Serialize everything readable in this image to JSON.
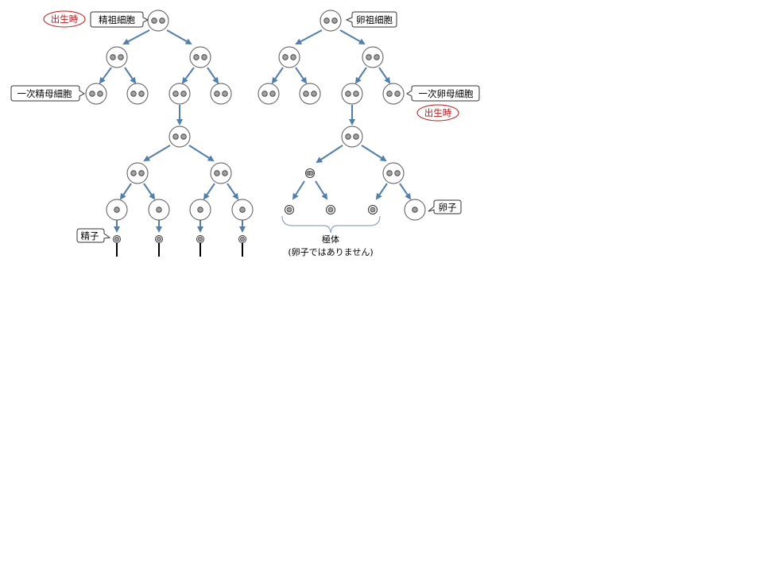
{
  "labels": {
    "sperm_stem_cell": "精祖細胞",
    "egg_stem_cell": "卵祖細胞",
    "primary_spermatocyte": "一次精母細胞",
    "primary_oocyte": "一次卵母細胞",
    "sperm": "精子",
    "egg": "卵子",
    "at_birth_left": "出生時",
    "at_birth_right": "出生時",
    "polar_body_title": "極体",
    "polar_body_note": "(卵子ではありません)"
  },
  "colors": {
    "arrow": "#4f7eb0",
    "cell_stroke": "#555555",
    "nucleus_fill": "#a0a0a0",
    "nucleus_stroke": "#333333",
    "oval_stroke": "#c0181b",
    "oval_text": "#c0181b",
    "polar_brace": "#8fa4c4"
  }
}
